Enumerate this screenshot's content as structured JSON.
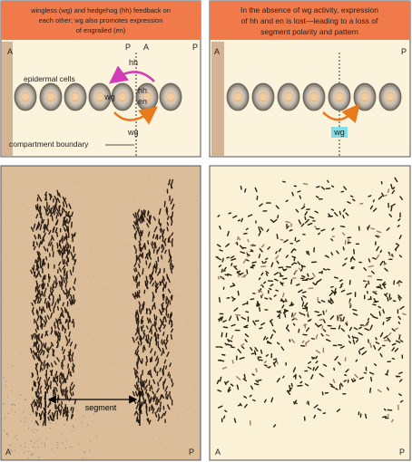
{
  "panels": {
    "top_left": {
      "caption": [
        "wingless (wg) and hedgehog (hh) feedback on",
        "each other; wg also promotes expression",
        "of engrailed (en)"
      ],
      "label_A": "A",
      "label_P_left": "P",
      "label_A_right": "A",
      "label_P_right": "P",
      "epidermal_cells": "epidermal cells",
      "compartment_boundary": "compartment boundary",
      "hh_top": "hh",
      "wg_cell": "wg",
      "hh_cell": "hh",
      "en_cell": "en",
      "wg_bottom": "wg"
    },
    "top_right": {
      "caption": [
        "In the absence of wg activity, expression",
        "of hh and en is lost—leading to a loss of",
        "segment polarity and pattern"
      ],
      "label_A": "A",
      "label_P": "P",
      "wg_bottom": "wg"
    },
    "bottom_left": {
      "segment": "segment",
      "label_A": "A",
      "label_P": "P"
    },
    "bottom_right": {
      "label_A": "A",
      "label_P": "P"
    }
  },
  "colors": {
    "caption_bg": "#f07a4a",
    "panel_bg_top": "#fbf3dc",
    "panel_bg_bottom_left": "#dcbd99",
    "panel_bg_bottom_right": "#fbf1d6",
    "stripe": "#d4b494",
    "cell_outer": "#7d776f",
    "cell_mid": "#d7caba",
    "cell_core": "#e7b57e",
    "magenta_arrow": "#d23bb8",
    "orange_arrow": "#e8791c",
    "wg_highlight": "#7fe0ea",
    "denticle": "#2a1e14"
  }
}
